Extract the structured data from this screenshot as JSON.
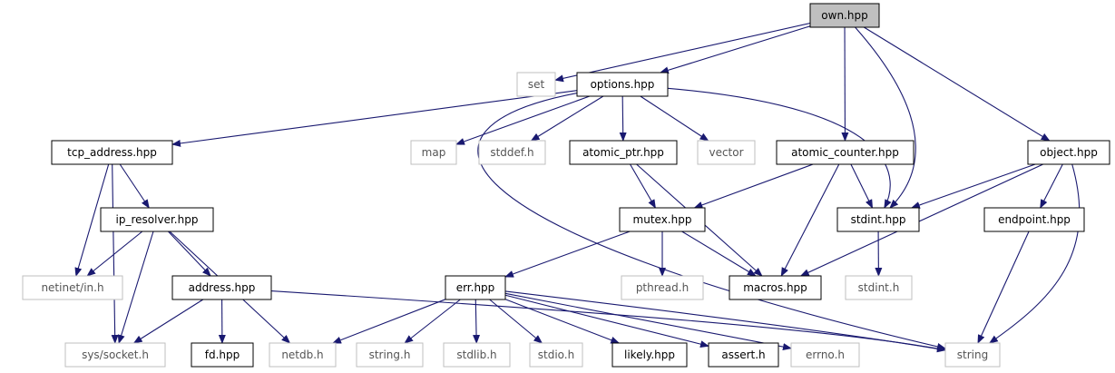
{
  "colors": {
    "edge": "#191970",
    "box_border": "#000000",
    "external_border": "#bfbfbf",
    "root_fill": "#bfbfbf",
    "text": "#000000",
    "external_text": "#555555",
    "background": "#ffffff"
  },
  "nodes": [
    {
      "id": "own",
      "label": "own.hpp",
      "kind": "root"
    },
    {
      "id": "set",
      "label": "set",
      "kind": "external"
    },
    {
      "id": "options",
      "label": "options.hpp",
      "kind": "file"
    },
    {
      "id": "tcp_address",
      "label": "tcp_address.hpp",
      "kind": "file"
    },
    {
      "id": "map",
      "label": "map",
      "kind": "external"
    },
    {
      "id": "stddef",
      "label": "stddef.h",
      "kind": "external"
    },
    {
      "id": "atomic_ptr",
      "label": "atomic_ptr.hpp",
      "kind": "file"
    },
    {
      "id": "vector",
      "label": "vector",
      "kind": "external"
    },
    {
      "id": "atomic_counter",
      "label": "atomic_counter.hpp",
      "kind": "file"
    },
    {
      "id": "object",
      "label": "object.hpp",
      "kind": "file"
    },
    {
      "id": "ip_resolver",
      "label": "ip_resolver.hpp",
      "kind": "file"
    },
    {
      "id": "mutex",
      "label": "mutex.hpp",
      "kind": "file"
    },
    {
      "id": "stdint_hpp",
      "label": "stdint.hpp",
      "kind": "file"
    },
    {
      "id": "endpoint",
      "label": "endpoint.hpp",
      "kind": "file"
    },
    {
      "id": "netinet",
      "label": "netinet/in.h",
      "kind": "external"
    },
    {
      "id": "address",
      "label": "address.hpp",
      "kind": "file"
    },
    {
      "id": "err",
      "label": "err.hpp",
      "kind": "file"
    },
    {
      "id": "pthread",
      "label": "pthread.h",
      "kind": "external"
    },
    {
      "id": "macros",
      "label": "macros.hpp",
      "kind": "file"
    },
    {
      "id": "stdint_h",
      "label": "stdint.h",
      "kind": "external"
    },
    {
      "id": "socket",
      "label": "sys/socket.h",
      "kind": "external"
    },
    {
      "id": "fd",
      "label": "fd.hpp",
      "kind": "file"
    },
    {
      "id": "netdb",
      "label": "netdb.h",
      "kind": "external"
    },
    {
      "id": "string_h",
      "label": "string.h",
      "kind": "external"
    },
    {
      "id": "stdlib",
      "label": "stdlib.h",
      "kind": "external"
    },
    {
      "id": "stdio",
      "label": "stdio.h",
      "kind": "external"
    },
    {
      "id": "likely",
      "label": "likely.hpp",
      "kind": "file"
    },
    {
      "id": "assert",
      "label": "assert.h",
      "kind": "external_bold"
    },
    {
      "id": "errno",
      "label": "errno.h",
      "kind": "external"
    },
    {
      "id": "string",
      "label": "string",
      "kind": "external"
    }
  ],
  "edges": [
    {
      "from": "own",
      "to": "set"
    },
    {
      "from": "own",
      "to": "options"
    },
    {
      "from": "own",
      "to": "atomic_counter"
    },
    {
      "from": "own",
      "to": "stdint_hpp"
    },
    {
      "from": "own",
      "to": "object"
    },
    {
      "from": "options",
      "to": "tcp_address"
    },
    {
      "from": "options",
      "to": "map"
    },
    {
      "from": "options",
      "to": "stddef"
    },
    {
      "from": "options",
      "to": "atomic_ptr"
    },
    {
      "from": "options",
      "to": "vector"
    },
    {
      "from": "options",
      "to": "stdint_hpp"
    },
    {
      "from": "options",
      "to": "string"
    },
    {
      "from": "tcp_address",
      "to": "ip_resolver"
    },
    {
      "from": "tcp_address",
      "to": "netinet"
    },
    {
      "from": "tcp_address",
      "to": "socket"
    },
    {
      "from": "ip_resolver",
      "to": "netinet"
    },
    {
      "from": "ip_resolver",
      "to": "address"
    },
    {
      "from": "ip_resolver",
      "to": "socket"
    },
    {
      "from": "ip_resolver",
      "to": "netdb"
    },
    {
      "from": "address",
      "to": "socket"
    },
    {
      "from": "address",
      "to": "fd"
    },
    {
      "from": "address",
      "to": "string"
    },
    {
      "from": "atomic_ptr",
      "to": "mutex"
    },
    {
      "from": "atomic_ptr",
      "to": "macros"
    },
    {
      "from": "atomic_counter",
      "to": "mutex"
    },
    {
      "from": "atomic_counter",
      "to": "stdint_hpp"
    },
    {
      "from": "atomic_counter",
      "to": "macros"
    },
    {
      "from": "mutex",
      "to": "err"
    },
    {
      "from": "mutex",
      "to": "pthread"
    },
    {
      "from": "mutex",
      "to": "macros"
    },
    {
      "from": "stdint_hpp",
      "to": "stdint_h"
    },
    {
      "from": "object",
      "to": "stdint_hpp"
    },
    {
      "from": "object",
      "to": "endpoint"
    },
    {
      "from": "object",
      "to": "macros"
    },
    {
      "from": "object",
      "to": "string"
    },
    {
      "from": "endpoint",
      "to": "string"
    },
    {
      "from": "err",
      "to": "netdb"
    },
    {
      "from": "err",
      "to": "string_h"
    },
    {
      "from": "err",
      "to": "stdlib"
    },
    {
      "from": "err",
      "to": "stdio"
    },
    {
      "from": "err",
      "to": "likely"
    },
    {
      "from": "err",
      "to": "assert"
    },
    {
      "from": "err",
      "to": "errno"
    },
    {
      "from": "err",
      "to": "string"
    }
  ]
}
